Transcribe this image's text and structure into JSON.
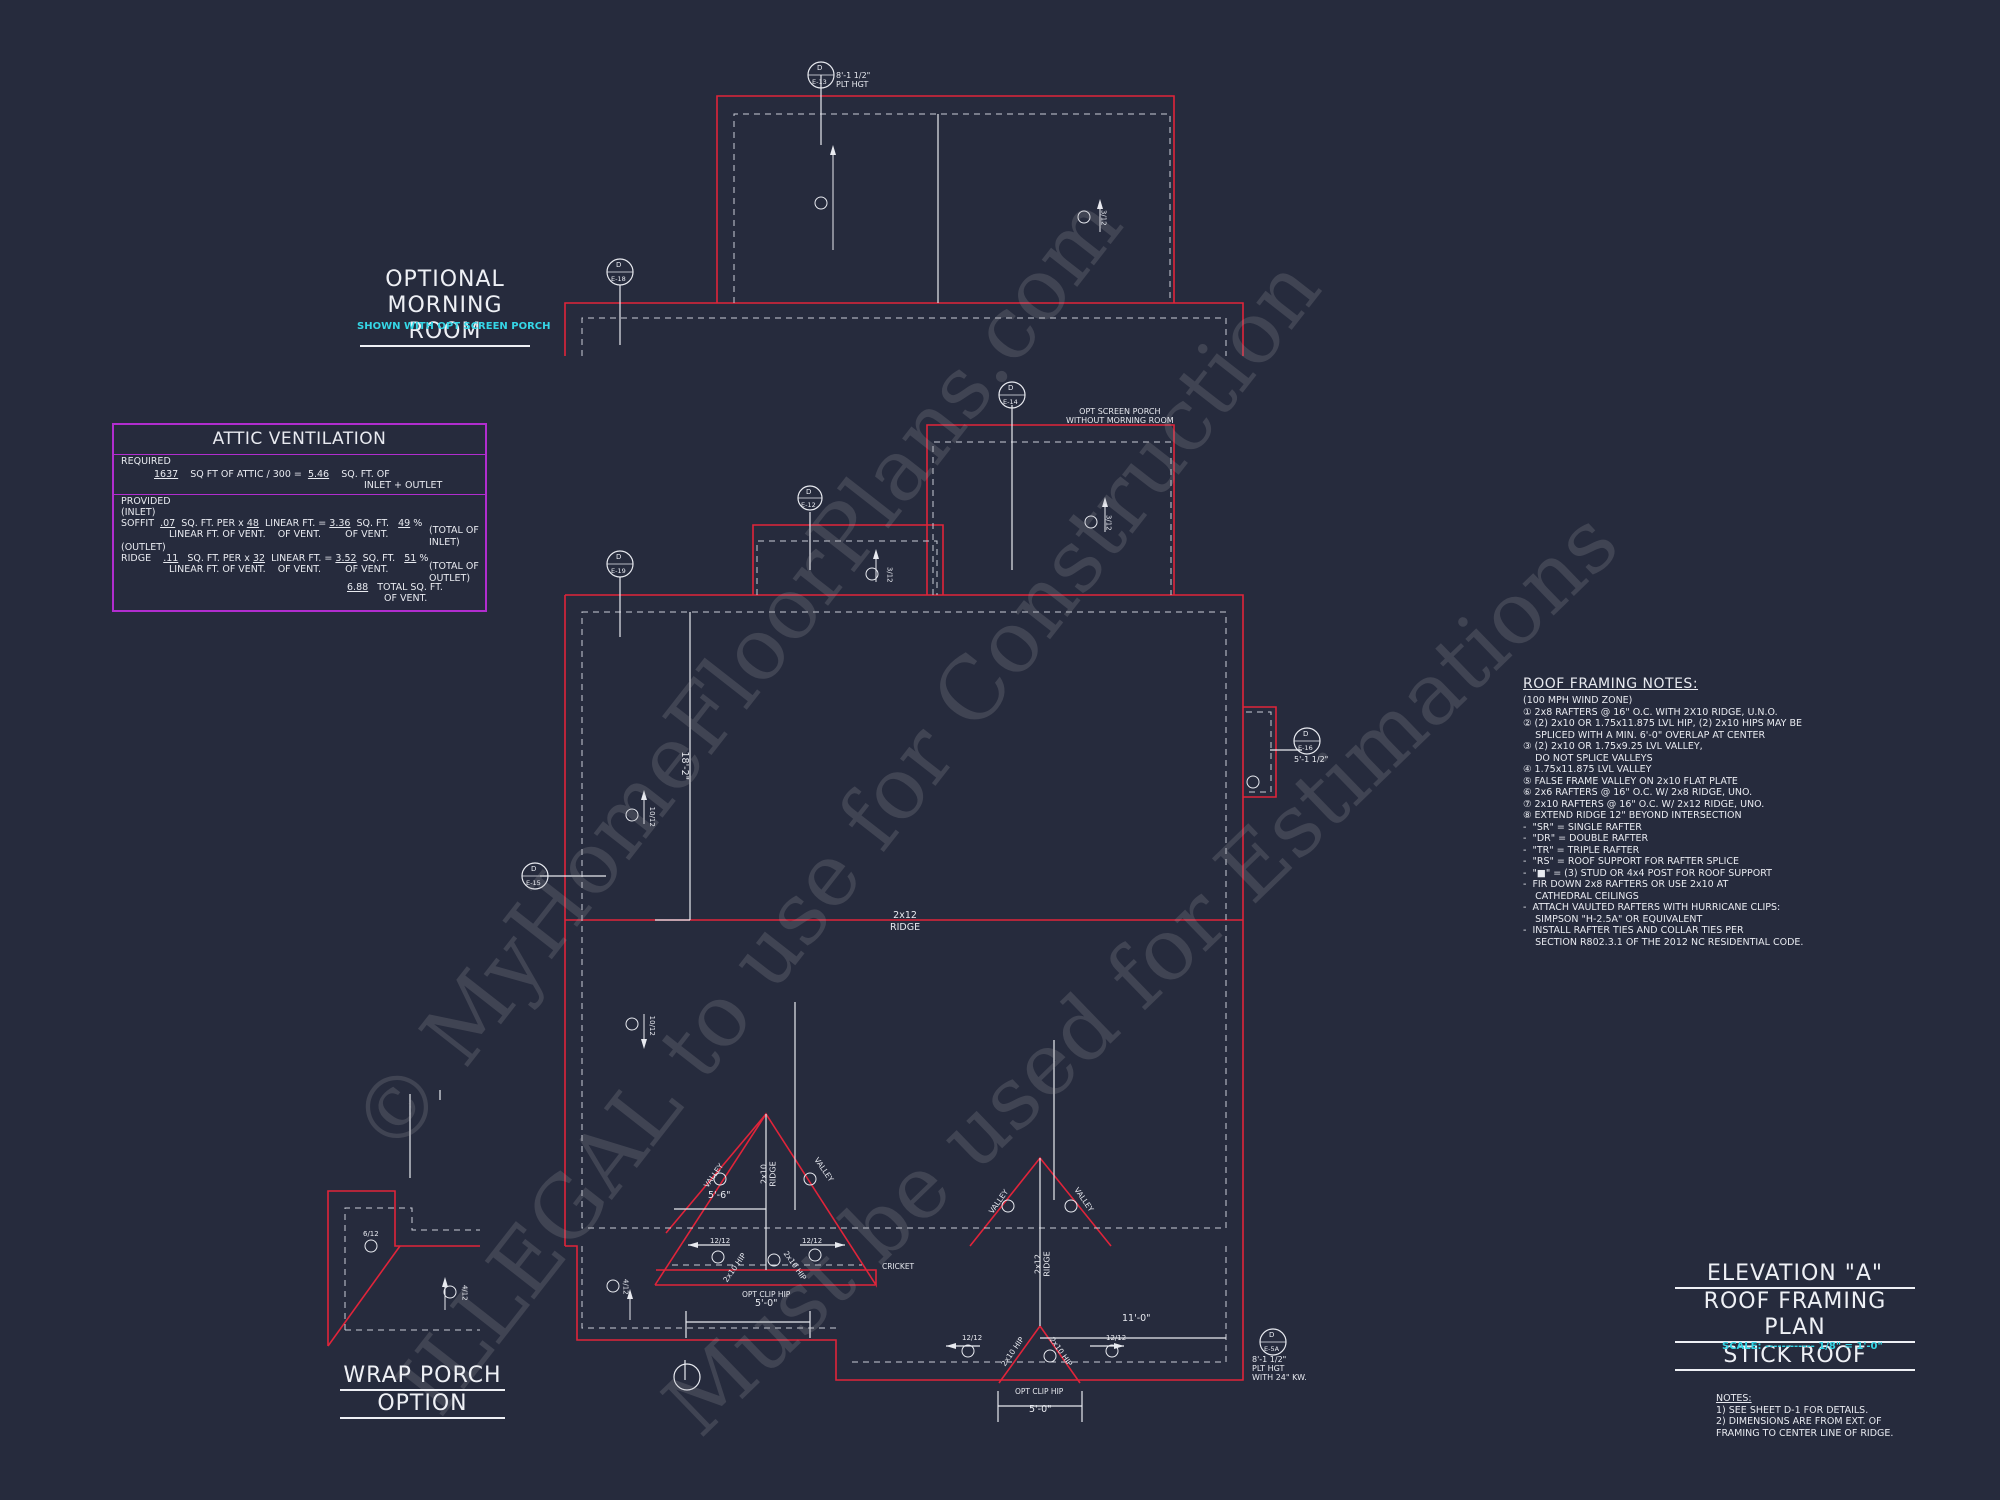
{
  "titles": {
    "morning_room": [
      "OPTIONAL",
      "MORNING ROOM"
    ],
    "morning_room_sub": "SHOWN WITH OPT SCREEN PORCH",
    "wrap_porch": [
      "WRAP PORCH",
      "OPTION"
    ],
    "elevation": [
      "ELEVATION \"A\"",
      "ROOF FRAMING PLAN",
      "STICK ROOF"
    ],
    "scale": "SCALE: ------------ 1/8\" = 1'-0\""
  },
  "attic_ventilation": {
    "title": "ATTIC VENTILATION",
    "required_label": "REQUIRED",
    "required_line": [
      "1637",
      "SQ FT OF ATTIC / 300 =",
      "5.46",
      "SQ. FT. OF"
    ],
    "required_line2": "INLET + OUTLET",
    "provided_label": "PROVIDED",
    "inlet_label": "(INLET)",
    "soffit_line": [
      "SOFFIT",
      ".07",
      "SQ. FT. PER x",
      "48",
      "LINEAR FT. =",
      "3.36",
      "SQ. FT.",
      "49",
      "%"
    ],
    "soffit_line2": [
      "LINEAR FT. OF VENT.",
      "OF VENT.",
      "OF VENT.",
      "(TOTAL OF",
      "INLET)"
    ],
    "outlet_label": "(OUTLET)",
    "ridge_line": [
      "RIDGE",
      ".11",
      "SQ. FT. PER x",
      "32",
      "LINEAR FT. =",
      "3.52",
      "SQ. FT.",
      "51",
      "%"
    ],
    "ridge_line2": [
      "LINEAR FT. OF VENT.",
      "OF VENT.",
      "OF VENT.",
      "(TOTAL OF",
      "OUTLET)"
    ],
    "total_line": [
      "6.88",
      "TOTAL SQ. FT.",
      "OF VENT."
    ]
  },
  "roof_notes": {
    "title": "ROOF FRAMING NOTES:",
    "lines": [
      "(100 MPH WIND ZONE)",
      "① 2x8 RAFTERS @ 16\" O.C. WITH 2X10 RIDGE, U.N.O.",
      "② (2) 2x10 OR 1.75x11.875 LVL HIP, (2) 2x10 HIPS MAY BE",
      "    SPLICED WITH A MIN. 6'-0\" OVERLAP AT CENTER",
      "③ (2) 2x10 OR 1.75x9.25 LVL VALLEY,",
      "    DO NOT SPLICE VALLEYS",
      "④ 1.75x11.875 LVL VALLEY",
      "⑤ FALSE FRAME VALLEY ON 2x10 FLAT PLATE",
      "⑥ 2x6 RAFTERS @ 16\" O.C. W/ 2x8 RIDGE, UNO.",
      "⑦ 2x10 RAFTERS @ 16\" O.C. W/ 2x12 RIDGE, UNO.",
      "⑧ EXTEND RIDGE 12\" BEYOND INTERSECTION",
      "-  \"SR\" = SINGLE RAFTER",
      "-  \"DR\" = DOUBLE RAFTER",
      "-  \"TR\" = TRIPLE RAFTER",
      "-  \"RS\" = ROOF SUPPORT FOR RAFTER SPLICE",
      "-  \"■\" = (3) STUD OR 4x4 POST FOR ROOF SUPPORT",
      "-  FIR DOWN 2x8 RAFTERS OR USE 2x10 AT",
      "    CATHEDRAL CEILINGS",
      "-  ATTACH VAULTED RAFTERS WITH HURRICANE CLIPS:",
      "    SIMPSON \"H-2.5A\" OR EQUIVALENT",
      "-  INSTALL RAFTER TIES AND COLLAR TIES PER",
      "    SECTION R802.3.1 OF THE 2012 NC RESIDENTIAL CODE."
    ]
  },
  "notes": {
    "title": "NOTES:",
    "lines": [
      "1)  SEE SHEET D-1 FOR DETAILS.",
      "2)  DIMENSIONS ARE FROM EXT. OF",
      "     FRAMING TO CENTER LINE OF RIDGE."
    ]
  },
  "plan_labels": {
    "ridge_main": [
      "2x12",
      "RIDGE"
    ],
    "plt_top": [
      "8'-1 1/2\"",
      "PLT HGT"
    ],
    "plt_right": "5'-1 1/2\"",
    "plt_bottom": [
      "8'-1 1/2\"",
      "PLT HGT",
      "WITH 24\" KW."
    ],
    "screen_porch": [
      "OPT SCREEN PORCH",
      "WITHOUT MORNING ROOM"
    ],
    "dim_18": "18'-2\"",
    "dim_5_6": "5'-6\"",
    "dim_5_0a": "5'-0\"",
    "dim_5_0b": "5'-0\"",
    "dim_11": "11'-0\"",
    "valley": "VALLEY",
    "hip": "2x10 HIP",
    "ridge_2x10": [
      "2x10",
      "RIDGE"
    ],
    "ridge_2x12": [
      "2x12",
      "RIDGE"
    ],
    "opt_clip_hip": "OPT CLIP HIP",
    "cricket": "CRICKET",
    "pitch_12_12": "12/12",
    "pitch_3_12": "3/12",
    "pitch_4_12": "4/12",
    "pitch_6_12": "6/12",
    "pitch_10_12": "10/12",
    "d_tag": "D",
    "sheet_refs": [
      "E-13",
      "E-18",
      "E-14",
      "E-15",
      "E-16",
      "E-5A",
      "E-19",
      "E-12"
    ]
  },
  "watermark": [
    "© MyHomeFloorPlans.com",
    "ILLEGAL to use for Construction",
    "Must be used for Estimations"
  ],
  "colors": {
    "background": "#262b3d",
    "wall": "#e0243a",
    "line": "#e8eaf0",
    "dash": "#c9ccd6",
    "attic_border": "#b12dcf",
    "accent": "#35d6e6"
  }
}
